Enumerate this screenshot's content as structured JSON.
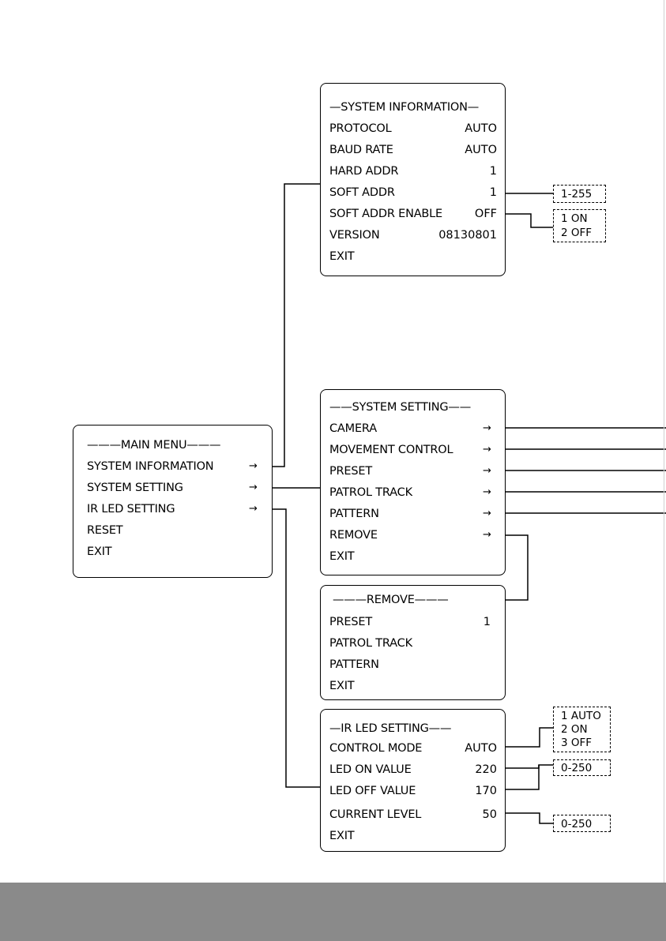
{
  "system_information": {
    "title": "—SYSTEM  INFORMATION—",
    "rows": [
      {
        "label": "PROTOCOL",
        "value": "AUTO"
      },
      {
        "label": "BAUD RATE",
        "value": "AUTO"
      },
      {
        "label": "HARD ADDR",
        "value": "1"
      },
      {
        "label": "SOFT ADDR",
        "value": "1"
      },
      {
        "label": "SOFT ADDR ENABLE",
        "value": "OFF"
      },
      {
        "label": "VERSION",
        "value": "08130801"
      },
      {
        "label": "EXIT",
        "value": ""
      }
    ],
    "soft_addr_range": "1-255",
    "soft_addr_enable_options": [
      "1 ON",
      "2 OFF"
    ]
  },
  "main_menu": {
    "title": "———MAIN MENU———",
    "items": [
      {
        "label": "SYSTEM INFORMATION",
        "arrow": "→"
      },
      {
        "label": "SYSTEM SETTING",
        "arrow": "→"
      },
      {
        "label": "IR LED SETTING",
        "arrow": "→"
      },
      {
        "label": "RESET",
        "arrow": ""
      },
      {
        "label": "EXIT",
        "arrow": ""
      }
    ]
  },
  "system_setting": {
    "title": "——SYSTEM  SETTING——",
    "items": [
      {
        "label": "CAMERA",
        "arrow": "→"
      },
      {
        "label": "MOVEMENT CONTROL",
        "arrow": "→"
      },
      {
        "label": "PRESET",
        "arrow": "→"
      },
      {
        "label": "PATROL TRACK",
        "arrow": "→"
      },
      {
        "label": "PATTERN",
        "arrow": "→"
      },
      {
        "label": "REMOVE",
        "arrow": "→"
      },
      {
        "label": "EXIT",
        "arrow": ""
      }
    ]
  },
  "remove": {
    "title": "———REMOVE———",
    "rows": [
      {
        "label": "PRESET",
        "value": "1"
      },
      {
        "label": "PATROL  TRACK",
        "value": ""
      },
      {
        "label": "PATTERN",
        "value": ""
      },
      {
        "label": "EXIT",
        "value": ""
      }
    ]
  },
  "ir_led_setting": {
    "title": "—IR LED SETTING——",
    "rows": [
      {
        "label": "CONTROL  MODE",
        "value": "AUTO"
      },
      {
        "label": "LED ON VALUE",
        "value": "220"
      },
      {
        "label": "LED  OFF  VALUE",
        "value": "170"
      },
      {
        "label": "CURRENT  LEVEL",
        "value": "50"
      },
      {
        "label": "EXIT",
        "value": ""
      }
    ],
    "control_mode_options": [
      "1 AUTO",
      "2 ON",
      "3 OFF"
    ],
    "led_value_range": "0-250",
    "current_level_range": "0-250"
  },
  "colors": {
    "line": "#000000",
    "footer": "#8a8a8a",
    "background": "#ffffff"
  }
}
